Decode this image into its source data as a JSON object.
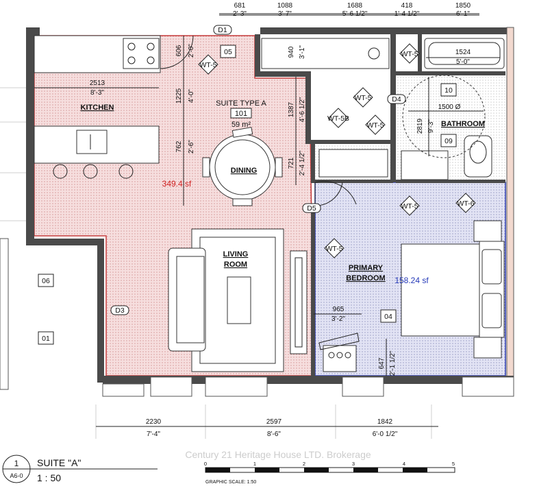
{
  "drawing": {
    "suite_name": "SUITE TYPE A",
    "suite_number": "101",
    "suite_area": "59 m²",
    "title_number": "1",
    "title_sheet": "A6-0",
    "title_name": "SUITE \"A\"",
    "title_scale": "1 : 50",
    "graphic_scale_label": "GRAPHIC SCALE: 1:50",
    "scale_ticks": [
      "0",
      "1",
      "2",
      "3",
      "4",
      "5"
    ],
    "watermark": "Century 21 Heritage House LTD. Brokerage"
  },
  "rooms": {
    "kitchen": "KITCHEN",
    "dining": "DINING",
    "living_1": "LIVING",
    "living_2": "ROOM",
    "bathroom": "BATHROOM",
    "bedroom_1": "PRIMARY",
    "bedroom_2": "BEDROOM"
  },
  "areas": {
    "main": "349.4 sf",
    "bedroom": "158.24 sf"
  },
  "tags": {
    "d1": "D1",
    "d3": "D3",
    "d4": "D4",
    "d5": "D5",
    "t01": "01",
    "t04": "04",
    "t05": "05",
    "t06": "06",
    "t09": "09",
    "t10": "10",
    "wt5a": "WT-5",
    "wt5b": "WT-5",
    "wt5c": "WT-5",
    "wt5d": "WT-5",
    "wt5e": "WT-5",
    "wt5f": "WT-5",
    "wt5g": "WT-5B",
    "wt6": "WT-6"
  },
  "dims_top": {
    "a_mm": "681",
    "a_ft": "2'-3\"",
    "b_mm": "1088",
    "b_ft": "3'-7\"",
    "c_mm": "1688",
    "c_ft": "5'-6 1/2\"",
    "d_mm": "418",
    "d_ft": "1'-4 1/2\"",
    "e_mm": "1850",
    "e_ft": "6'-1\""
  },
  "dims_bottom": {
    "a_mm": "2230",
    "a_ft": "7'-4\"",
    "b_mm": "2597",
    "b_ft": "8'-6\"",
    "c_mm": "1842",
    "c_ft": "6'-0 1/2\""
  },
  "dims_inner": {
    "kitchen_mm": "2513",
    "kitchen_ft": "8'-3\"",
    "v606_mm": "606",
    "v606_ft": "2'-0\"",
    "v1225_mm": "1225",
    "v1225_ft": "4'-0\"",
    "v762_mm": "762",
    "v762_ft": "2'-6\"",
    "v1387_mm": "1387",
    "v1387_ft": "4'-6 1/2\"",
    "v721_mm": "721",
    "v721_ft": "2'-4 1/2\"",
    "v940_mm": "940",
    "v940_ft": "3'-1\"",
    "tub_mm": "1524",
    "tub_ft": "5'-0\"",
    "turn": "1500 Ø",
    "v2819_mm": "2819",
    "v2819_ft": "9'-3\"",
    "laundry_mm": "965",
    "laundry_ft": "3'-2\"",
    "v647_mm": "647",
    "v647_ft": "2'-1 1/2\""
  }
}
